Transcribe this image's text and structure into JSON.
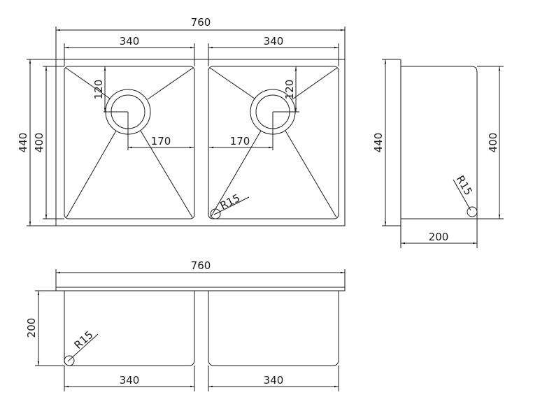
{
  "top_view": {
    "overall_width": "760",
    "bowl_width_left": "340",
    "bowl_width_right": "340",
    "overall_depth": "440",
    "bowl_depth": "400",
    "drain_offset_left": "120",
    "drain_offset_right": "120",
    "drain_center_left": "170",
    "drain_center_right": "170",
    "corner_radius": "R15"
  },
  "side_view": {
    "overall_depth": "440",
    "bowl_depth": "400",
    "height": "200",
    "corner_radius": "R15"
  },
  "front_view": {
    "overall_width": "760",
    "height": "200",
    "bowl_width_left": "340",
    "bowl_width_right": "340",
    "corner_radius": "R15"
  }
}
